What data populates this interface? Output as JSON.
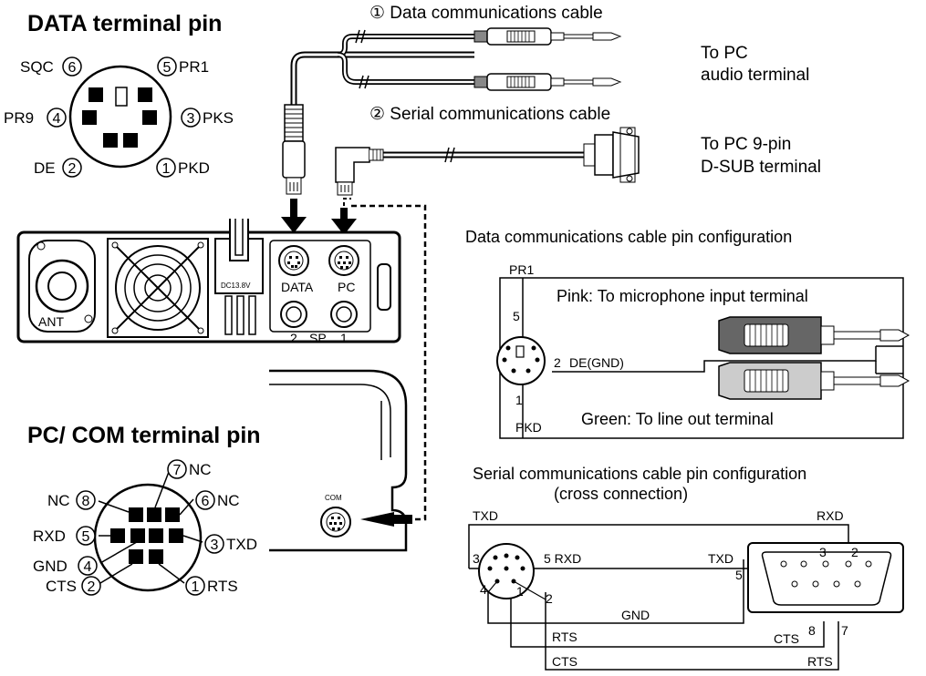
{
  "headings": {
    "data_terminal": "DATA terminal pin",
    "pc_com_terminal": "PC/ COM terminal pin"
  },
  "cables": {
    "cable1_label": "① Data communications cable",
    "cable2_label": "② Serial communications cable",
    "to_pc_audio_line1": "To PC",
    "to_pc_audio_line2": "audio terminal",
    "to_pc_serial_line1": "To PC 9-pin",
    "to_pc_serial_line2": "D-SUB terminal"
  },
  "data_pins": [
    {
      "num": "6",
      "name": "SQC"
    },
    {
      "num": "5",
      "name": "PR1"
    },
    {
      "num": "4",
      "name": "PR9"
    },
    {
      "num": "3",
      "name": "PKS"
    },
    {
      "num": "2",
      "name": "DE"
    },
    {
      "num": "1",
      "name": "PKD"
    }
  ],
  "com_pins": [
    {
      "num": "7",
      "name": "NC"
    },
    {
      "num": "8",
      "name": "NC"
    },
    {
      "num": "6",
      "name": "NC"
    },
    {
      "num": "5",
      "name": "RXD"
    },
    {
      "num": "3",
      "name": "TXD"
    },
    {
      "num": "4",
      "name": "GND"
    },
    {
      "num": "2",
      "name": "CTS"
    },
    {
      "num": "1",
      "name": "RTS"
    }
  ],
  "radio_panel": {
    "ant": "ANT",
    "dc": "DC13.8V",
    "data": "DATA",
    "pc": "PC",
    "sp2": "2",
    "sp": "SP",
    "sp1": "1",
    "com": "COM"
  },
  "data_cable_config": {
    "title": "Data communications cable pin configuration",
    "pr1": "PR1",
    "pin5": "5",
    "pin2": "2",
    "pin1": "1",
    "de_gnd": "DE(GND)",
    "pkd": "PKD",
    "pink": "Pink:  To microphone input terminal",
    "green": "Green:  To line out terminal"
  },
  "serial_cable_config": {
    "title_line1": "Serial communications cable pin configuration",
    "title_line2": "(cross connection)",
    "txd_top": "TXD",
    "rxd_top": "RXD",
    "pin3_left": "3",
    "pin5_rxd": "5 RXD",
    "pin4": "4",
    "pin1": "1",
    "pin2": "2",
    "txd_mid": "TXD",
    "gnd": "GND",
    "rts_left": "RTS",
    "cts_left": "CTS",
    "dsub_3": "3",
    "dsub_2": "2",
    "dsub_5": "5",
    "dsub_8": "8",
    "dsub_7": "7",
    "cts_right": "CTS",
    "rts_right": "RTS"
  }
}
